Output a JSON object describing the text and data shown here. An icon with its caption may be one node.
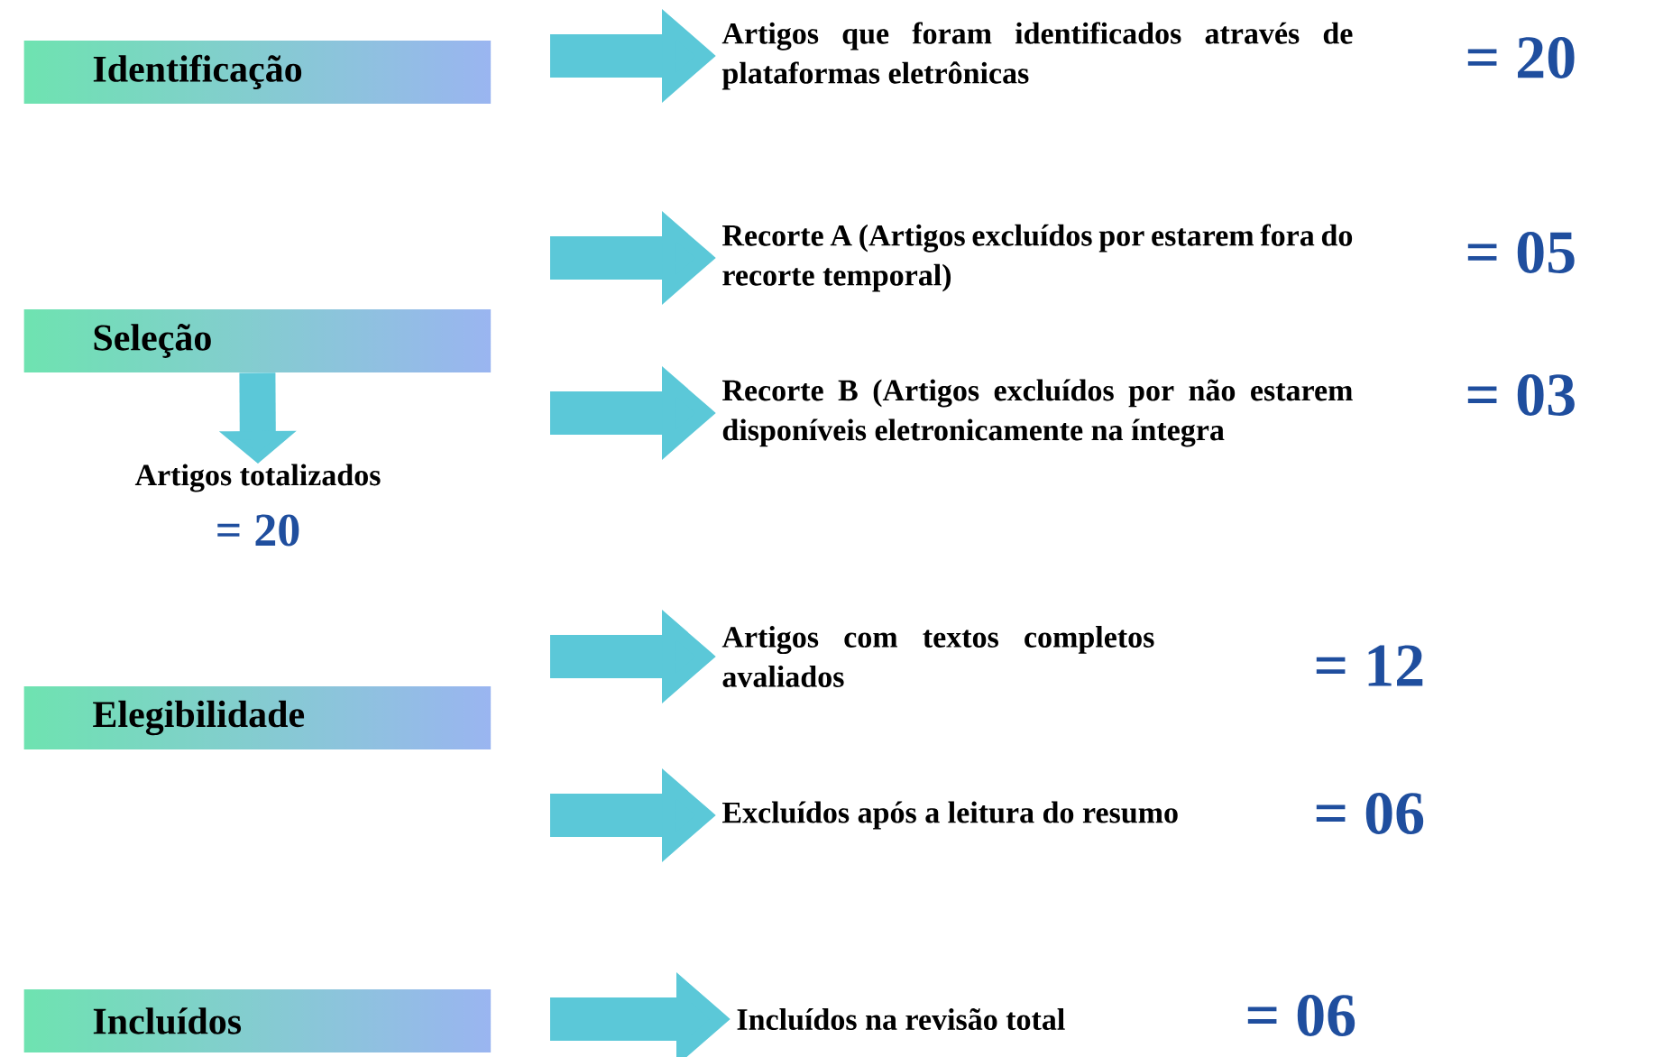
{
  "diagram": {
    "nodes": [
      {
        "text": [
          "Identificação"
        ]
      },
      {
        "text": [
          "Seleção"
        ]
      },
      {
        "text": [
          "Elegibilidade"
        ]
      },
      {
        "text": [
          "Incluídos"
        ]
      },
      {
        "text": [
          "Artigos que foram identificados através de plataformas eletrônicas"
        ],
        "beside": [
          "= 20"
        ]
      },
      {
        "text": [
          "Recorte A (Artigos excluídos por estarem fora do recorte temporal)"
        ],
        "beside": [
          "= 05"
        ]
      },
      {
        "text": [
          "Recorte B (Artigos excluídos por não estarem disponíveis eletronicamente na íntegra"
        ],
        "beside": [
          "= 03"
        ]
      },
      {
        "text": [
          "Artigos totalizados"
        ],
        "beside": [
          "= 20"
        ]
      },
      {
        "text": [
          "Artigos com textos completos avaliados"
        ],
        "beside": [
          "= 12"
        ]
      },
      {
        "text": [
          "Excluídos após a leitura do resumo"
        ],
        "beside": [
          "= 06"
        ]
      },
      {
        "text": [
          "Incluídos na revisão total"
        ],
        "beside": [
          "= 06"
        ]
      }
    ],
    "edges": [
      {
        "from": null,
        "to": 4,
        "arrow": "to"
      },
      {
        "from": null,
        "to": 5,
        "arrow": "to"
      },
      {
        "from": null,
        "to": 6,
        "arrow": "to"
      },
      {
        "from": 1,
        "to": 7,
        "arrow": "to"
      },
      {
        "from": null,
        "to": 8,
        "arrow": "to"
      },
      {
        "from": null,
        "to": 9,
        "arrow": "to"
      },
      {
        "from": null,
        "to": 10,
        "arrow": "to"
      }
    ]
  }
}
